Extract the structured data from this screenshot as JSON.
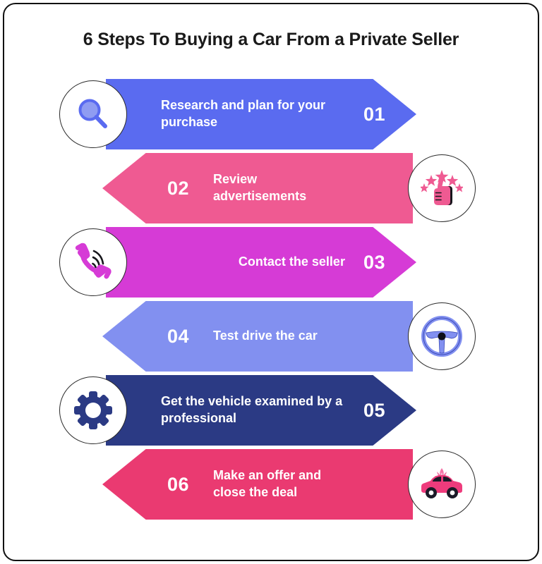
{
  "header": {
    "title": "6 Steps To Buying a Car From a Private Seller"
  },
  "colors": {
    "step1": "#5a6bf0",
    "step2": "#ef5a92",
    "step3": "#d63bd6",
    "step4": "#8290f0",
    "step5": "#2b3a84",
    "step6": "#ea3a71",
    "frame": "#111111",
    "title_text": "#1a1a1a",
    "bar_text": "#ffffff"
  },
  "steps": [
    {
      "number": "01",
      "label": "Research and plan for your purchase",
      "icon": "magnifier-icon",
      "icon_side": "left",
      "direction": "right",
      "color": "#5a6bf0"
    },
    {
      "number": "02",
      "label": "Review advertisements",
      "icon": "thumbs-up-stars-icon",
      "icon_side": "right",
      "direction": "left",
      "color": "#ef5a92"
    },
    {
      "number": "03",
      "label": "Contact the seller",
      "icon": "phone-ringing-icon",
      "icon_side": "left",
      "direction": "right",
      "color": "#d63bd6"
    },
    {
      "number": "04",
      "label": "Test drive the car",
      "icon": "steering-wheel-icon",
      "icon_side": "right",
      "direction": "left",
      "color": "#8290f0"
    },
    {
      "number": "05",
      "label": "Get the vehicle examined by a professional",
      "icon": "gear-icon",
      "icon_side": "left",
      "direction": "right",
      "color": "#2b3a84"
    },
    {
      "number": "06",
      "label": "Make an offer and close the deal",
      "icon": "gift-car-icon",
      "icon_side": "right",
      "direction": "left",
      "color": "#ea3a71"
    }
  ]
}
